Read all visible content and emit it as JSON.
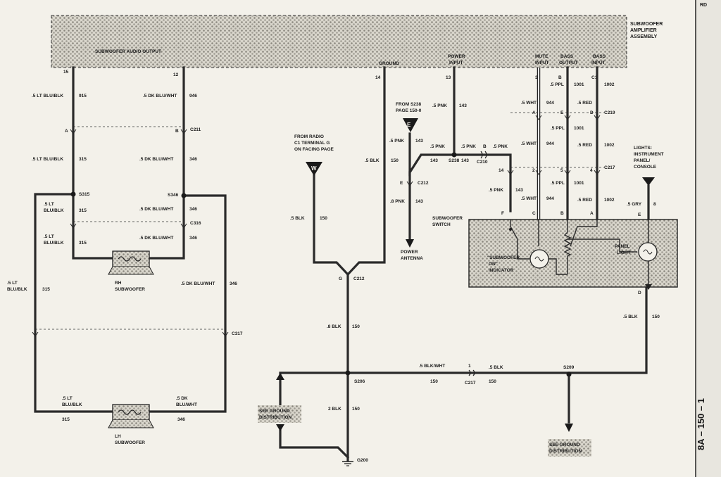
{
  "amplifier": {
    "name_line1": "SUBWOOFER",
    "name_line2": "AMPLIFIER",
    "name_line3": "ASSEMBLY",
    "audio_output": "SUBWOOFER AUDIO OUTPUT",
    "ground": "GROUND",
    "power_input_1": "POWER",
    "power_input_2": "INPUT",
    "mute_input_1": "MUTE",
    "mute_input_2": "INPUT",
    "bass_output_1": "BASS",
    "bass_output_2": "OUTPUT",
    "bass_input_1": "BASS",
    "bass_input_2": "INPUT",
    "pins": {
      "p15": "15",
      "p12": "12",
      "p14": "14",
      "p13": "13",
      "p3": "3",
      "pB": "B",
      "pC1": "C1"
    }
  },
  "page_side": "RD",
  "page_number": "8A – 150 – 1",
  "left_wires": {
    "w915": ".5 LT BLU/BLK",
    "n915": "915",
    "w946": ".5 DK BLU/WHT",
    "n946": "946",
    "A": "A",
    "B": "B",
    "c211": "C211",
    "w315a": ".5 LT BLU/BLK",
    "n315a": "315",
    "w346a": ".5 DK BLU/WHT",
    "n346a": "346",
    "s315": "S315",
    "s346": "S346",
    "w315b_1": ".5 LT",
    "w315b_2": "BLU/BLK",
    "n315b": "315",
    "w346b": ".5 DK BLU/WHT",
    "n346b": "346",
    "c316": "C316",
    "w315c_1": ".5 LT",
    "w315c_2": "BLU/BLK",
    "n315c": "315",
    "w346c": ".5 DK BLU/WHT",
    "n346c": "346",
    "rh_1": "RH",
    "rh_2": "SUBWOOFER",
    "w315d_1": ".5 LT",
    "w315d_2": "BLU/BLK",
    "n315d": "315",
    "w346d": ".5 DK BLU/WHT",
    "n346d": "346",
    "c317": "C317",
    "w315e_1": ".5 LT",
    "w315e_2": "BLU/BLK",
    "n315e": "315",
    "w346e_1": ".5 DK",
    "w346e_2": "BLU/WHT",
    "n346e": "346",
    "lh_1": "LH",
    "lh_2": "SUBWOOFER"
  },
  "center": {
    "from_radio_1": "FROM RADIO",
    "from_radio_2": "C1 TERMINAL G",
    "from_radio_3": "ON FACING PAGE",
    "W": "W",
    "w150a": ".5 BLK",
    "n150a": "150",
    "w150b": ".5 BLK",
    "n150b": "150",
    "G": "G",
    "c212a": "C212",
    "w150c": ".8 BLK",
    "n150c": "150",
    "s206": "S206",
    "w150d": "2 BLK",
    "n150d": "150",
    "g200": "G200",
    "see_ground_1": "SEE GROUND",
    "see_ground_2": "DISTRIBUTION",
    "wblkwht": ".5 BLK/WHT",
    "nblkwht": "150",
    "c217b": "C217",
    "p1": "1",
    "w150e": ".5 BLK",
    "n150e": "150",
    "s209": "S209",
    "see_ground2_1": "SEE GROUND",
    "see_ground2_2": "DISTRIBUTION"
  },
  "power": {
    "from_s238_1": "FROM S238",
    "from_s238_2": "PAGE 150-0",
    "E": "E",
    "w143a": ".5 PNK",
    "n143a": "143",
    "w143b": ".5 PNK",
    "n143b": "143",
    "w143c": ".5 PNK",
    "n143c": "143",
    "s238": "S238",
    "n143d": "143",
    "w143e": ".5 PNK",
    "pB2": "B",
    "c210": "C210",
    "w143f": ".5 PNK",
    "pE": "E",
    "c212b": "C212",
    "w143g": ".8 PNK",
    "n143g": "143",
    "power_antenna_1": "POWER",
    "power_antenna_2": "ANTENNA",
    "p14": "14",
    "w143h": ".5 PNK",
    "n143h": "143"
  },
  "right_wires": {
    "w944a": ".5 WHT",
    "n944a": "944",
    "w1001a": ".5 PPL",
    "n1001a": "1001",
    "w1002a": ".5 RED",
    "n1002a": "1002",
    "A": "A",
    "E": "E",
    "D": "D",
    "c219": "C219",
    "w944b": ".5 WHT",
    "n944b": "944",
    "w1001b": ".5 PPL",
    "n1001b": "1001",
    "w1002b": ".5 RED",
    "n1002b": "1002",
    "p2": "2",
    "p5": "5",
    "p4": "4",
    "c217": "C217",
    "w944c": ".5 WHT",
    "n944c": "944",
    "w1001c": ".5 PPL",
    "n1001c": "1001",
    "w1002c": ".5 RED",
    "n1002c": "1002",
    "pF": "F",
    "pC": "C",
    "pB": "B",
    "pA": "A",
    "lights_1": "LIGHTS:",
    "lights_2": "INSTRUMENT",
    "lights_3": "PANEL/",
    "lights_4": "CONSOLE",
    "w8": ".5 GRY",
    "n8": "8",
    "pE2": "E",
    "switch_1": "SUBWOOFER",
    "switch_2": "SWITCH",
    "indicator_1": "\"SUBWOOFER",
    "indicator_2": "ON\"",
    "indicator_3": "INDICATOR",
    "panel_1": "PANEL",
    "panel_2": "LIGHT",
    "pD": "D",
    "w150f": ".5 BLK",
    "n150f": "150"
  }
}
